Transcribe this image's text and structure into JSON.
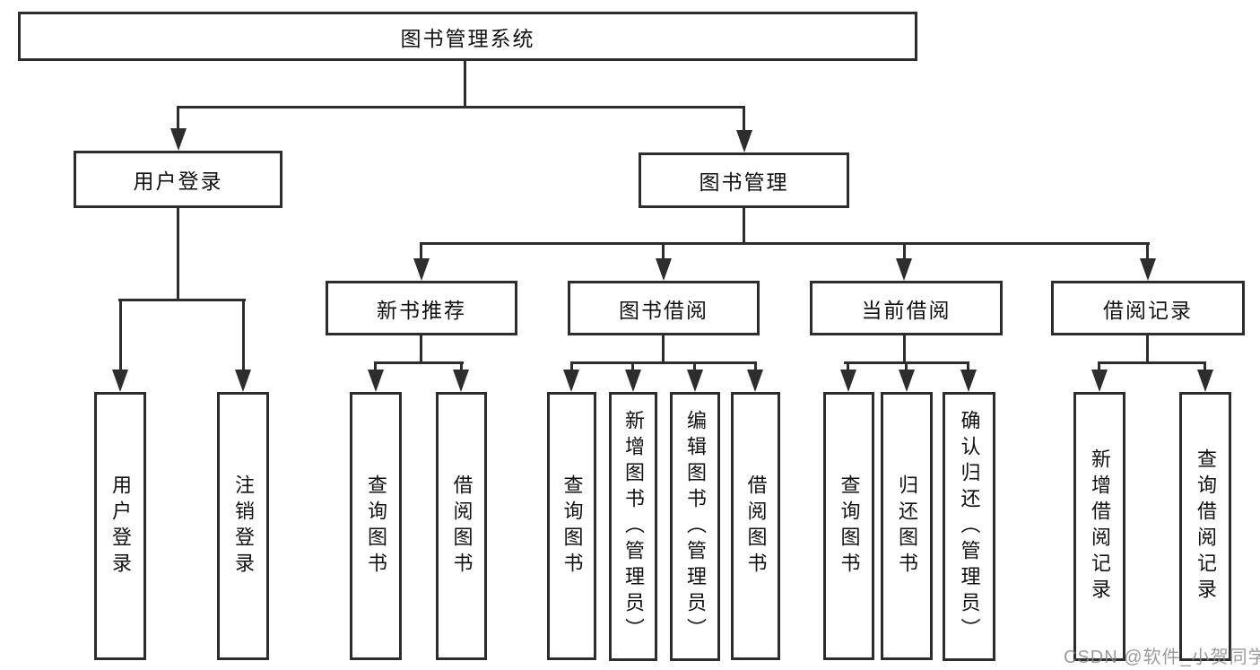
{
  "diagram": {
    "type": "hierarchy-tree",
    "orientation": "top-down",
    "tree": {
      "label": "图书管理系统",
      "children": [
        {
          "label": "用户登录",
          "children": [
            {
              "label": "用户登录"
            },
            {
              "label": "注销登录"
            }
          ]
        },
        {
          "label": "图书管理",
          "children": [
            {
              "label": "新书推荐",
              "children": [
                {
                  "label": "查询图书"
                },
                {
                  "label": "借阅图书"
                }
              ]
            },
            {
              "label": "图书借阅",
              "children": [
                {
                  "label": "查询图书"
                },
                {
                  "label": "新增图书（管理员）"
                },
                {
                  "label": "编辑图书（管理员）"
                },
                {
                  "label": "借阅图书"
                }
              ]
            },
            {
              "label": "当前借阅",
              "children": [
                {
                  "label": "查询图书"
                },
                {
                  "label": "归还图书"
                },
                {
                  "label": "确认归还（管理员）"
                }
              ]
            },
            {
              "label": "借阅记录",
              "children": [
                {
                  "label": "新增借阅记录"
                },
                {
                  "label": "查询借阅记录"
                }
              ]
            }
          ]
        }
      ]
    },
    "watermark": "CSDN @软件_小贺同学",
    "colors": {
      "background": "#ffffff",
      "line": "#2d2d2d",
      "text": "#111111",
      "watermark": "#8a8a8a"
    }
  }
}
